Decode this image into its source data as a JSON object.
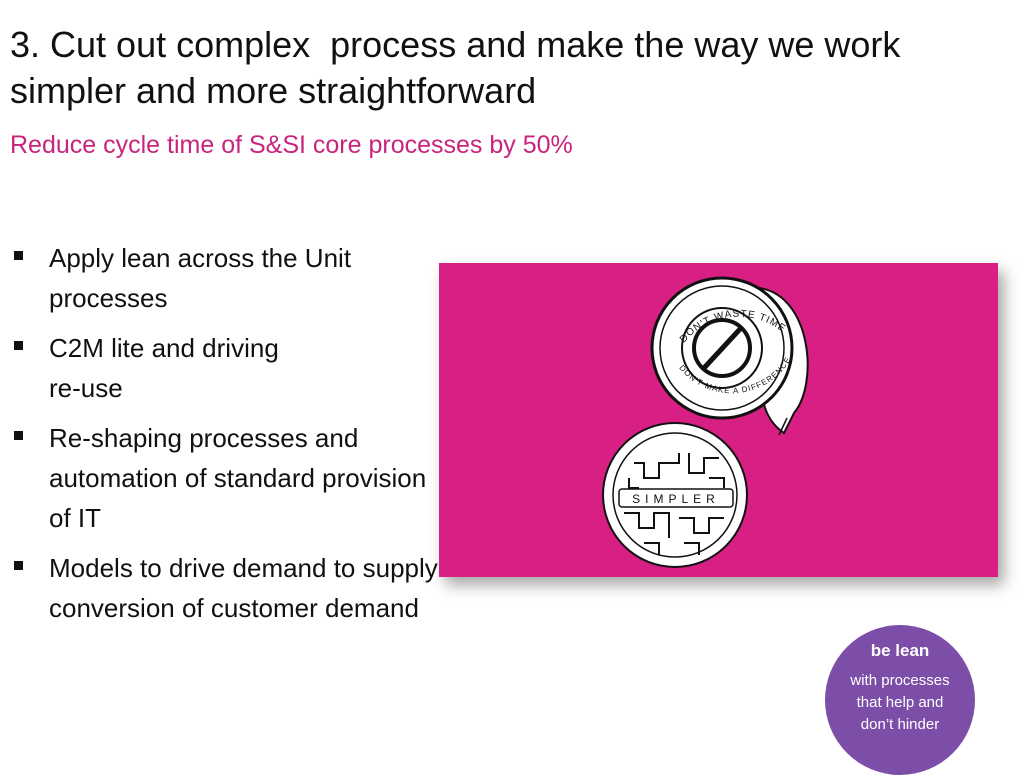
{
  "slide": {
    "title": "3. Cut out complex  process and make the way we work simpler and more straightforward",
    "subtitle": "Reduce cycle time of S&SI core processes by 50%"
  },
  "bullets": [
    {
      "text": "Apply lean across the Unit processes"
    },
    {
      "text": "C2M lite and driving\nre-use"
    },
    {
      "text": "Re-shaping processes and automation of standard provision of IT"
    },
    {
      "text": "Models to drive demand to supply conversion of customer demand"
    }
  ],
  "illustration": {
    "tape_top_text": "DON'T WASTE TIME",
    "tape_bottom_text": "DON'T MAKE A DIFFERENCE",
    "maze_label": "SIMPLER",
    "background_color": "#d81f84"
  },
  "badge": {
    "title": "be lean",
    "lines": [
      "with processes",
      "that help and",
      "don’t hinder"
    ],
    "color": "#7d4ea8"
  },
  "colors": {
    "accent": "#c8247e"
  }
}
